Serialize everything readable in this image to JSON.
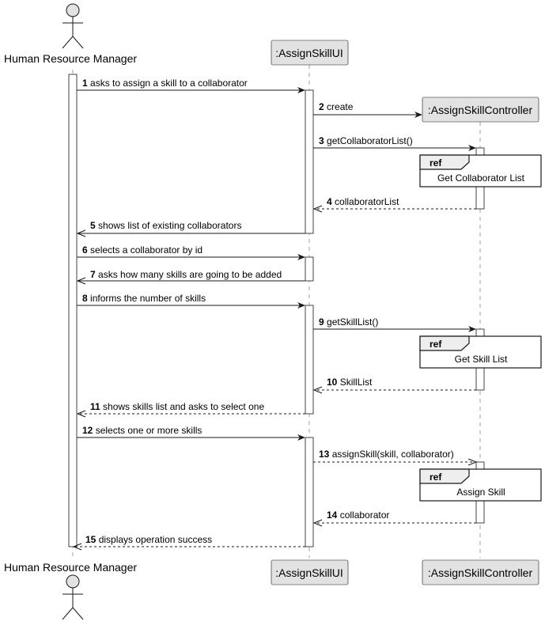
{
  "participants": {
    "actor": "Human Resource Manager",
    "ui": ":AssignSkillUI",
    "controller": ":AssignSkillController"
  },
  "colors": {
    "box_fill": "#e2e2e2",
    "box_stroke": "#181818",
    "line": "#181818",
    "lifeline": "#a0a0a0",
    "activation_fill": "#ffffff"
  },
  "messages": [
    {
      "num": "1",
      "text": "asks to assign a skill to a collaborator"
    },
    {
      "num": "2",
      "text": "create"
    },
    {
      "num": "3",
      "text": "getCollaboratorList()"
    },
    {
      "num": "4",
      "text": "collaboratorList"
    },
    {
      "num": "5",
      "text": "shows list of existing collaborators"
    },
    {
      "num": "6",
      "text": "selects a collaborator by id"
    },
    {
      "num": "7",
      "text": "asks how many skills are going to be added"
    },
    {
      "num": "8",
      "text": "informs the number of skills"
    },
    {
      "num": "9",
      "text": "getSkillList()"
    },
    {
      "num": "10",
      "text": "SkillList"
    },
    {
      "num": "11",
      "text": "shows skills list and asks to select one"
    },
    {
      "num": "12",
      "text": "selects one or more skills"
    },
    {
      "num": "13",
      "text": "assignSkill(skill, collaborator)"
    },
    {
      "num": "14",
      "text": "collaborator"
    },
    {
      "num": "15",
      "text": "displays operation success"
    }
  ],
  "refs": [
    {
      "title": "ref",
      "text": "Get Collaborator List"
    },
    {
      "title": "ref",
      "text": "Get Skill List"
    },
    {
      "title": "ref",
      "text": "Assign Skill"
    }
  ]
}
